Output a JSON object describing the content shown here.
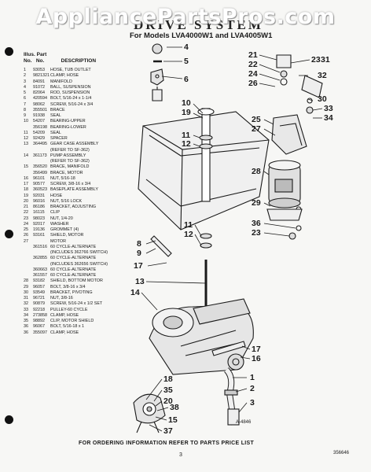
{
  "watermark": "AppliancePartsPros.com",
  "title": "DRIVE SYSTEM",
  "subtitle": "For Models LVA4000W1 and LVA4005W1",
  "legend": {
    "header_illus": "Illus. Part",
    "header_no": "No.",
    "header_part_no": "No.",
    "header_desc": "DESCRIPTION",
    "rows": [
      {
        "illus": "1",
        "part": "93053",
        "desc": "HOSE, TUB OUTLET"
      },
      {
        "illus": "2",
        "part": "9821321",
        "desc": "CLAMP, HOSE"
      },
      {
        "illus": "3",
        "part": "84091",
        "desc": "MANIFOLD"
      },
      {
        "illus": "4",
        "part": "91072",
        "desc": "BALL, SUSPENSION"
      },
      {
        "illus": "5",
        "part": "82064",
        "desc": "ROD, SUSPENSION"
      },
      {
        "illus": "6",
        "part": "420594",
        "desc": "BOLT, 5/16-24 x 1-1/4"
      },
      {
        "illus": "7",
        "part": "98062",
        "desc": "SCREW, 5/16-24 x 3/4"
      },
      {
        "illus": "8",
        "part": "355501",
        "desc": "BRACE"
      },
      {
        "illus": "9",
        "part": "91938",
        "desc": "SEAL"
      },
      {
        "illus": "10",
        "part": "54207",
        "desc": "BEARING-UPPER"
      },
      {
        "illus": "",
        "part": "356198",
        "desc": "BEARING-LOWER"
      },
      {
        "illus": "11",
        "part": "54209",
        "desc": "SEAL"
      },
      {
        "illus": "12",
        "part": "92429",
        "desc": "SPACER"
      },
      {
        "illus": "13",
        "part": "364495",
        "desc": "GEAR CASE ASSEMBLY"
      },
      {
        "illus": "",
        "part": "",
        "desc": "(REFER TO SF-362)"
      },
      {
        "illus": "14",
        "part": "361173",
        "desc": "PUMP ASSEMBLY"
      },
      {
        "illus": "",
        "part": "",
        "desc": "(REFER TO SF-362)"
      },
      {
        "illus": "15",
        "part": "356520",
        "desc": "BRACE, MANIFOLD"
      },
      {
        "illus": "",
        "part": "356499",
        "desc": "BRACE, MOTOR"
      },
      {
        "illus": "16",
        "part": "96101",
        "desc": "NUT, 5/16-18"
      },
      {
        "illus": "17",
        "part": "90577",
        "desc": "SCREW, 3/8-16 x 3/4"
      },
      {
        "illus": "18",
        "part": "360523",
        "desc": "BASEPLATE ASSEMBLY"
      },
      {
        "illus": "19",
        "part": "92031",
        "desc": "HOSE"
      },
      {
        "illus": "20",
        "part": "96016",
        "desc": "NUT, 5/16 LOCK"
      },
      {
        "illus": "21",
        "part": "86186",
        "desc": "BRACKET, ADJUSTING"
      },
      {
        "illus": "22",
        "part": "16115",
        "desc": "CLIP"
      },
      {
        "illus": "23",
        "part": "98023",
        "desc": "NUT, 1/4-20"
      },
      {
        "illus": "24",
        "part": "92017",
        "desc": "WASHER"
      },
      {
        "illus": "25",
        "part": "19136",
        "desc": "GROMMET (4)"
      },
      {
        "illus": "26",
        "part": "93161",
        "desc": "SHIELD, MOTOR"
      },
      {
        "illus": "27",
        "part": "",
        "desc": "MOTOR"
      },
      {
        "illus": "",
        "part": "361516",
        "desc": "60 CYCLE-ALTERNATE"
      },
      {
        "illus": "",
        "part": "",
        "desc": "(INCLUDES 362766 SWITCH)"
      },
      {
        "illus": "",
        "part": "362855",
        "desc": "60 CYCLE-ALTERNATE"
      },
      {
        "illus": "",
        "part": "",
        "desc": "(INCLUDES 362656 SWITCH)"
      },
      {
        "illus": "",
        "part": "360663",
        "desc": "60 CYCLE-ALTERNATE"
      },
      {
        "illus": "",
        "part": "361557",
        "desc": "60 CYCLE-ALTERNATE"
      },
      {
        "illus": "28",
        "part": "93182",
        "desc": "SHIELD, BOTTOM MOTOR"
      },
      {
        "illus": "29",
        "part": "96057",
        "desc": "BOLT, 3/8-16 x 3/4"
      },
      {
        "illus": "30",
        "part": "93549",
        "desc": "BRACKET, PIVOTING"
      },
      {
        "illus": "31",
        "part": "96721",
        "desc": "NUT, 3/8-16"
      },
      {
        "illus": "32",
        "part": "90879",
        "desc": "SCREW, 5/16-24 x 1/2 SET"
      },
      {
        "illus": "33",
        "part": "92218",
        "desc": "PULLEY-60 CYCLE"
      },
      {
        "illus": "34",
        "part": "273858",
        "desc": "CLAMP, HOSE"
      },
      {
        "illus": "35",
        "part": "98892",
        "desc": "CLIP, MOTOR SHIELD"
      },
      {
        "illus": "36",
        "part": "96067",
        "desc": "BOLT, 5/16-18 x 1"
      },
      {
        "illus": "36",
        "part": "355097",
        "desc": "CLAMP, HOSE"
      }
    ]
  },
  "callouts": [
    {
      "id": "c4",
      "text": "4"
    },
    {
      "id": "c5",
      "text": "5"
    },
    {
      "id": "c6",
      "text": "6"
    },
    {
      "id": "c10",
      "text": "10"
    },
    {
      "id": "c19",
      "text": "19"
    },
    {
      "id": "c11a",
      "text": "11"
    },
    {
      "id": "c12a",
      "text": "12"
    },
    {
      "id": "c21",
      "text": "21"
    },
    {
      "id": "c22",
      "text": "22"
    },
    {
      "id": "c24",
      "text": "24"
    },
    {
      "id": "c26",
      "text": "26"
    },
    {
      "id": "c23a",
      "text": "23"
    },
    {
      "id": "c31",
      "text": "31"
    },
    {
      "id": "c32",
      "text": "32"
    },
    {
      "id": "c30",
      "text": "30"
    },
    {
      "id": "c33",
      "text": "33"
    },
    {
      "id": "c34",
      "text": "34"
    },
    {
      "id": "c25",
      "text": "25"
    },
    {
      "id": "c27",
      "text": "27"
    },
    {
      "id": "c28",
      "text": "28"
    },
    {
      "id": "c29",
      "text": "29"
    },
    {
      "id": "c36",
      "text": "36"
    },
    {
      "id": "c23b",
      "text": "23"
    },
    {
      "id": "c11b",
      "text": "11"
    },
    {
      "id": "c12b",
      "text": "12"
    },
    {
      "id": "c8",
      "text": "8"
    },
    {
      "id": "c9",
      "text": "9"
    },
    {
      "id": "c17a",
      "text": "17"
    },
    {
      "id": "c13",
      "text": "13"
    },
    {
      "id": "c14",
      "text": "14"
    },
    {
      "id": "c17b",
      "text": "17"
    },
    {
      "id": "c16",
      "text": "16"
    },
    {
      "id": "c1",
      "text": "1"
    },
    {
      "id": "c2",
      "text": "2"
    },
    {
      "id": "c3",
      "text": "3"
    },
    {
      "id": "c18",
      "text": "18"
    },
    {
      "id": "c35",
      "text": "35"
    },
    {
      "id": "c20",
      "text": "20"
    },
    {
      "id": "c38",
      "text": "38"
    },
    {
      "id": "c15",
      "text": "15"
    },
    {
      "id": "c37",
      "text": "37"
    }
  ],
  "figure_number": "A-4846",
  "footer": "FOR ORDERING INFORMATION REFER TO PARTS PRICE LIST",
  "page_number": "3",
  "doc_number": "356646"
}
